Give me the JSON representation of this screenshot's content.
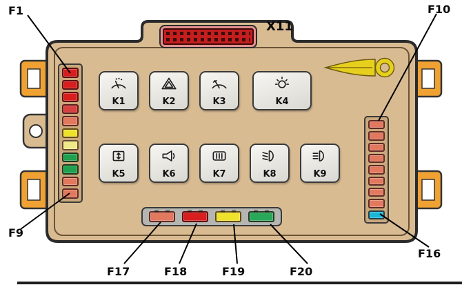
{
  "connector": {
    "label": "X11"
  },
  "relays": [
    {
      "label": "K1",
      "icon": "wiper-washer-icon"
    },
    {
      "label": "K2",
      "icon": "hazard-warning-icon"
    },
    {
      "label": "K3",
      "icon": "windshield-wiper-icon"
    },
    {
      "label": "K4",
      "icon": "lamp-icon"
    },
    {
      "label": "K5",
      "icon": "window-lift-icon"
    },
    {
      "label": "K6",
      "icon": "horn-icon"
    },
    {
      "label": "K7",
      "icon": "heated-rear-window-icon"
    },
    {
      "label": "K8",
      "icon": "low-beam-icon"
    },
    {
      "label": "K9",
      "icon": "high-beam-icon"
    }
  ],
  "callouts": {
    "f1": "F1",
    "f9": "F9",
    "f10": "F10",
    "f16": "F16",
    "f17": "F17",
    "f18": "F18",
    "f19": "F19",
    "f20": "F20"
  },
  "fuse_colors": {
    "left_column": [
      "#d81e1e",
      "#d81e1e",
      "#d81e1e",
      "#d84040",
      "#e2795f",
      "#efe22c",
      "#efe987",
      "#1fa14f",
      "#1fa14f",
      "#e2795f",
      "#e2795f"
    ],
    "right_column": [
      "#e2795f",
      "#e2795f",
      "#e2795f",
      "#e2795f",
      "#e2795f",
      "#e2795f",
      "#e2795f",
      "#e2795f",
      "#18b6d8"
    ],
    "bottom_row": [
      "#e2795f",
      "#d81e1e",
      "#efe22c",
      "#2aa85a"
    ]
  },
  "palette": {
    "box_fill": "#d9bb92",
    "box_border": "#2b2b2b",
    "mount_tab_orange": "#efa233",
    "fuse_puller_yellow": "#e7cf1e",
    "connector_red": "#c41e1e",
    "connector_pink": "#e39090",
    "relay_fill": "#e9e9e6",
    "bottom_strip_gray": "#b5b5b1"
  }
}
